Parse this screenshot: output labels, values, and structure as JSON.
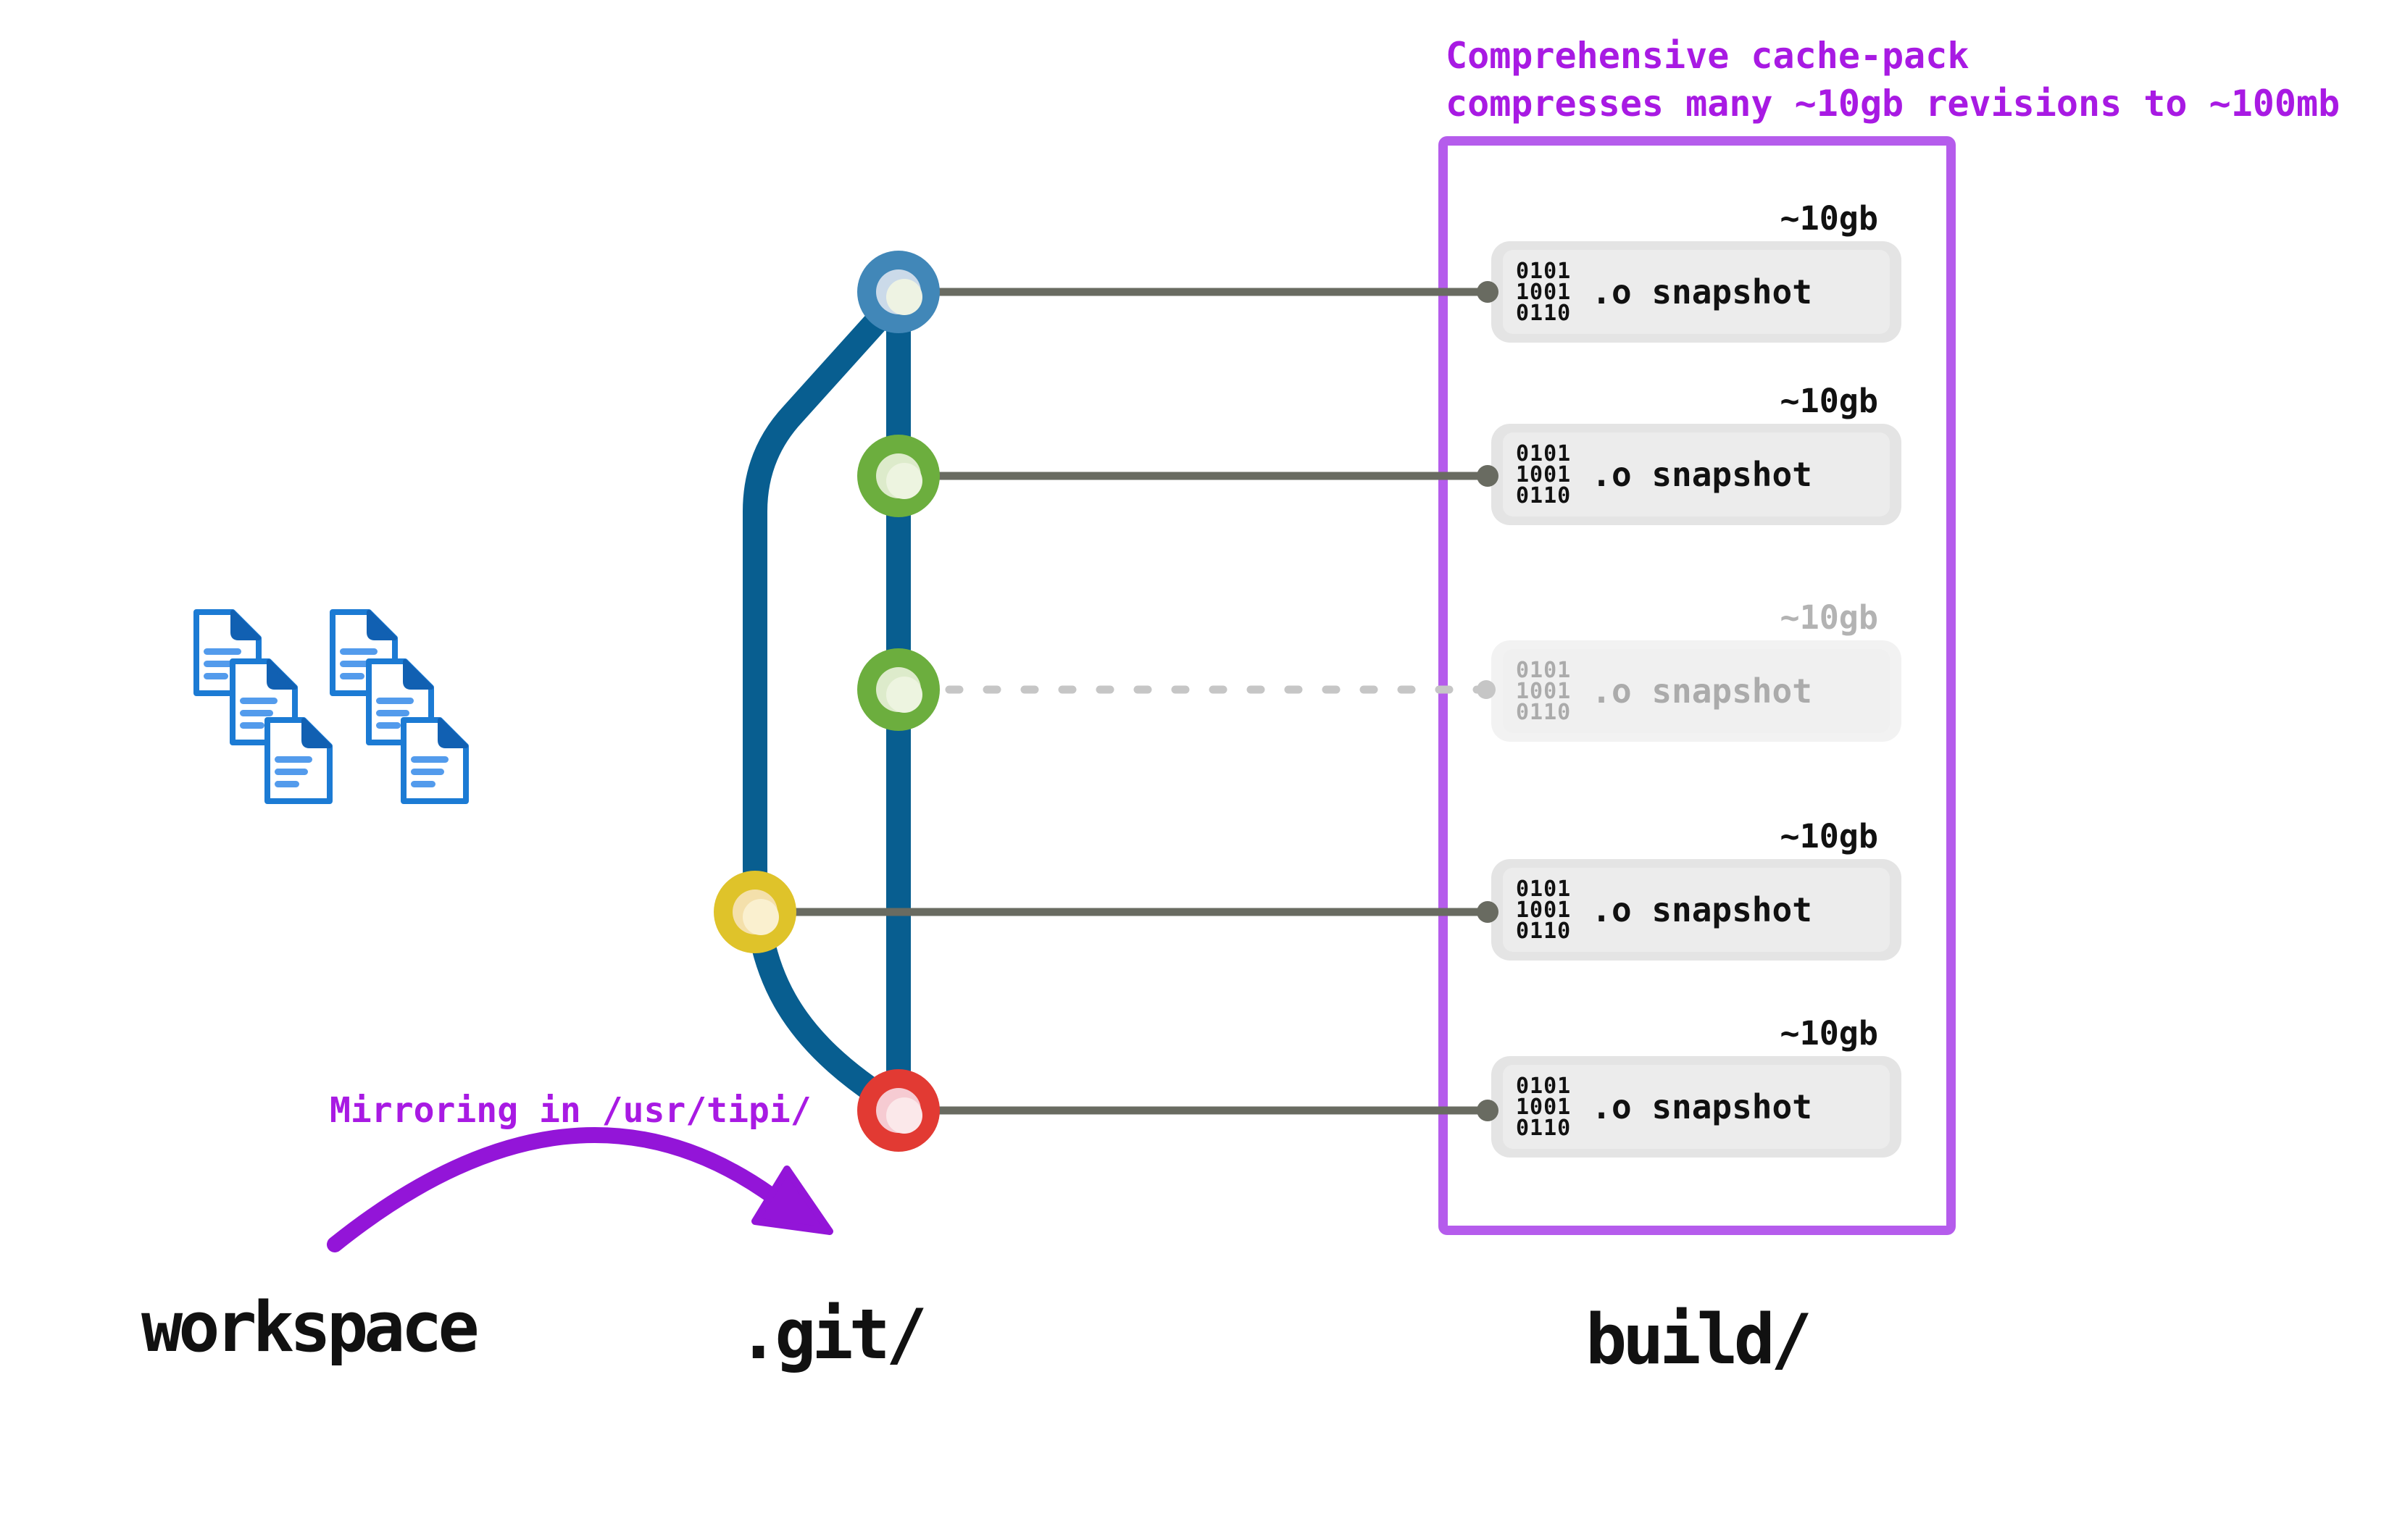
{
  "header": {
    "line1": "Comprehensive cache-pack",
    "line2": "compresses many ~10gb revisions to ~100mb"
  },
  "mirroring": {
    "label": "Mirroring in /usr/tipi/"
  },
  "directories": {
    "workspace": "workspace",
    "git": ".git/",
    "build": "build/"
  },
  "snapshots": [
    {
      "size": "~10gb",
      "binary": [
        "0101",
        "1001",
        "0110"
      ],
      "label": ".o snapshot",
      "faded": false
    },
    {
      "size": "~10gb",
      "binary": [
        "0101",
        "1001",
        "0110"
      ],
      "label": ".o snapshot",
      "faded": false
    },
    {
      "size": "~10gb",
      "binary": [
        "0101",
        "1001",
        "0110"
      ],
      "label": ".o snapshot",
      "faded": true
    },
    {
      "size": "~10gb",
      "binary": [
        "0101",
        "1001",
        "0110"
      ],
      "label": ".o snapshot",
      "faded": false
    },
    {
      "size": "~10gb",
      "binary": [
        "0101",
        "1001",
        "0110"
      ],
      "label": ".o snapshot",
      "faded": false
    }
  ],
  "graph": {
    "commits": [
      {
        "id": "commit-top",
        "color": "#4187B8",
        "branch": "main"
      },
      {
        "id": "commit-2",
        "color": "#6CAE3E",
        "branch": "main"
      },
      {
        "id": "commit-3",
        "color": "#6CAE3E",
        "branch": "main"
      },
      {
        "id": "commit-side",
        "color": "#DFC32A",
        "branch": "side"
      },
      {
        "id": "commit-bottom",
        "color": "#E23A33",
        "branch": "main"
      }
    ],
    "workspace_file_groups": 2,
    "files_per_group": 3
  },
  "colors": {
    "magenta": "#A81AE3",
    "arrow": "#9315D8",
    "boxborder": "#B55CEC",
    "branch": "#085E90",
    "nodeblue": "#4187B8",
    "nodegreen": "#6CAE3E",
    "nodeyellow": "#DFC32A",
    "nodered": "#E23A33",
    "congray": "#696B61",
    "dashgray": "#C6C6C6",
    "cardbg": "#E4E4E4",
    "cardinner": "#ECECEC",
    "docblue": "#1C7BD4",
    "docfold": "#1160B2",
    "docline": "#539BEC",
    "ink": "#111111",
    "faded": "#ABABAB"
  }
}
